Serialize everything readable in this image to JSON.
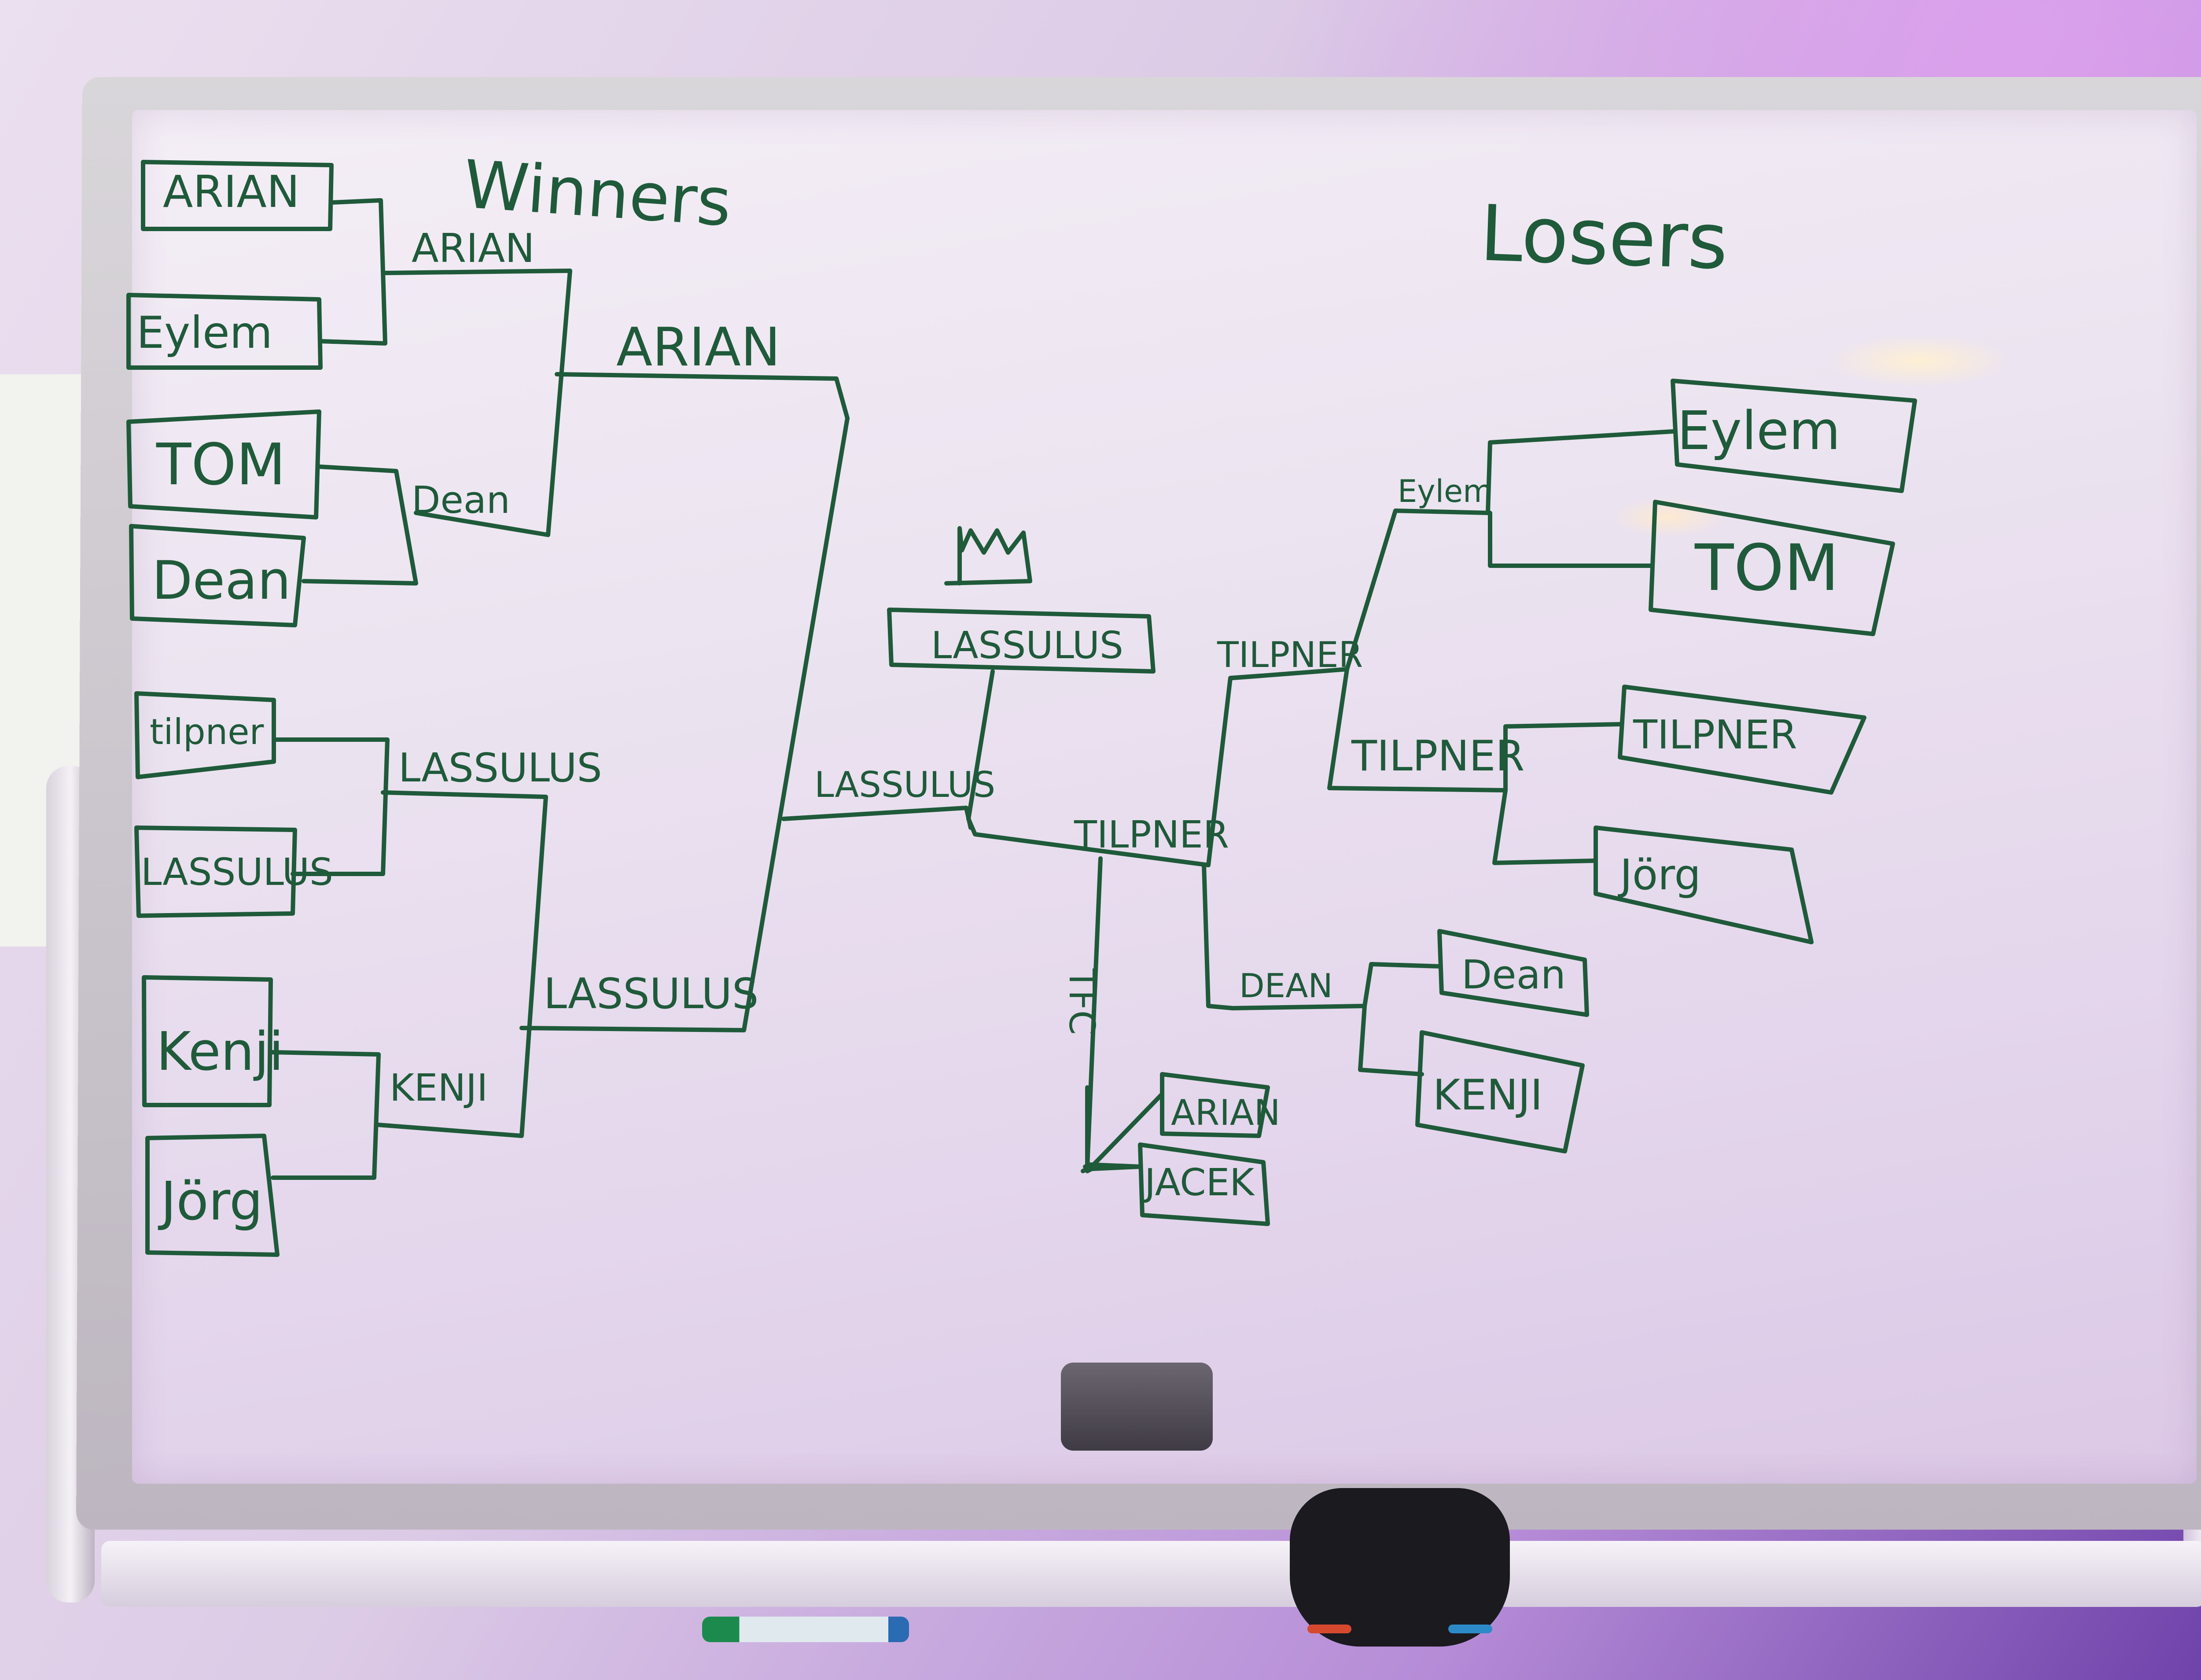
{
  "board": {
    "winners_heading": "Winners",
    "losers_heading": "Losers",
    "winners_round1": [
      "ARIAN",
      "Eylem",
      "TOM",
      "Dean",
      "tilpner",
      "LASSULUS",
      "Kenji",
      "Jörg"
    ],
    "winners_round2": [
      "ARIAN",
      "Dean",
      "LASSULUS",
      "KENJI"
    ],
    "winners_round3": [
      "ARIAN",
      "LASSULUS"
    ],
    "winners_final": "LASSULUS",
    "champion": "LASSULUS",
    "grand_final_opponent": "TILPNER",
    "side_mark": "TFC",
    "side_pair": [
      "ARIAN",
      "JACEK"
    ],
    "losers_round1": [
      "Eylem",
      "TOM",
      "TILPNER",
      "Jörg",
      "Dean",
      "KENJI"
    ],
    "losers_round2": [
      "Eylem",
      "TILPNER",
      "DEAN"
    ],
    "losers_round3": "TILPNER"
  },
  "colors": {
    "ink": "#1f5a3a",
    "board": "#ece4f0",
    "frame": "#c9c3cc"
  }
}
